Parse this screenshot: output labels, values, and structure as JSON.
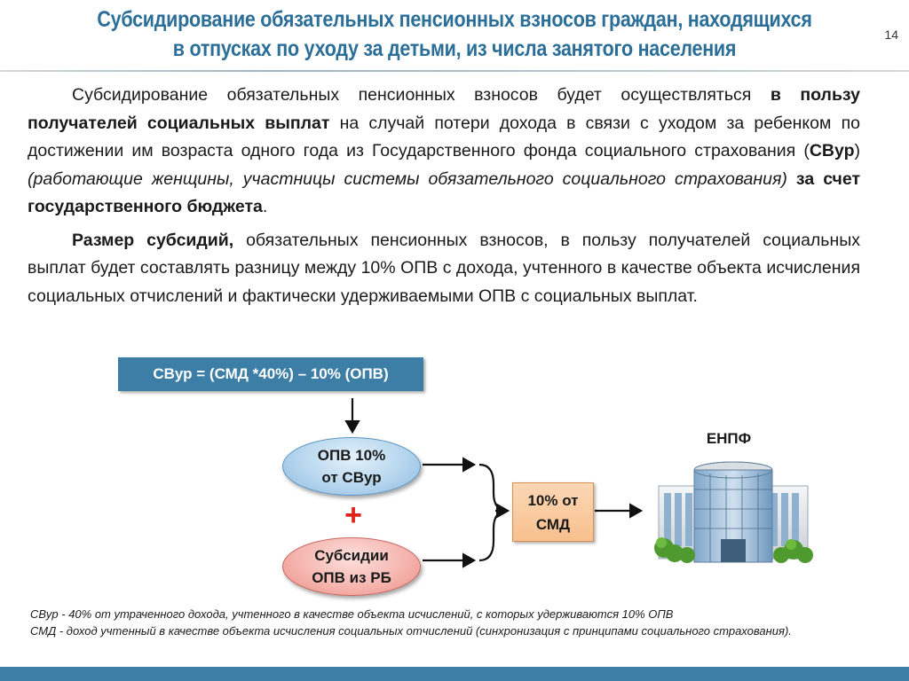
{
  "header": {
    "title_line1": "Субсидирование обязательных пенсионных взносов граждан, находящихся",
    "title_line2": "в отпусках по уходу за детьми, из числа занятого населения",
    "page_number": "14"
  },
  "body": {
    "p1": {
      "a": "Субсидирование обязательных пенсионных взносов будет осуществляться ",
      "b": "в пользу получателей социальных выплат",
      "c": " на случай потери дохода в связи с уходом за ребенком по достижении им возраста одного года из Государственного фонда социального страхования (",
      "d": "СВур",
      "e": ") ",
      "f": "(работающие женщины, участницы системы обязательного социального страхования)",
      "g": " ",
      "h": "за счет государственного бюджета",
      "i": "."
    },
    "p2": {
      "a": "Размер субсидий,",
      "b": " обязательных пенсионных взносов, в пользу получателей социальных выплат будет составлять разницу между 10% ОПВ с дохода, учтенного в качестве объекта исчисления социальных отчислений и фактически удерживаемыми ОПВ с социальных выплат."
    }
  },
  "diagram": {
    "formula": "СВур = (СМД *40%) – 10% (ОПВ)",
    "opv_line1": "ОПВ 10%",
    "opv_line2": "от СВур",
    "plus": "+",
    "subsidy_line1": "Субсидии",
    "subsidy_line2": "ОПВ из РБ",
    "smd_line1": "10% от",
    "smd_line2": "СМД",
    "enpf": "ЕНПФ"
  },
  "footnotes": {
    "n1": "СВур - 40% от утраченного дохода, учтенного в качестве объекта исчислений, с которых удерживаются 10% ОПВ",
    "n2": "СМД - доход учтенный в качестве объекта исчисления социальных отчислений (синхронизация с принципами социального страхования)."
  },
  "colors": {
    "title": "#2b6e98",
    "formula_bg": "#3d7ea6",
    "plus": "#e0241b"
  }
}
